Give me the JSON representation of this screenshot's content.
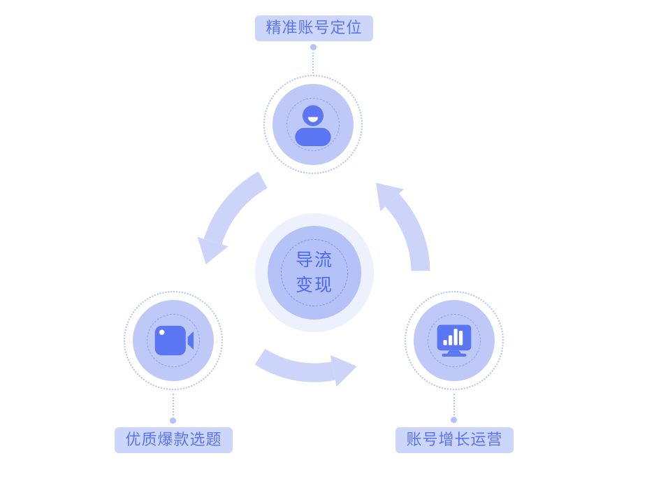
{
  "diagram": {
    "center_node": {
      "line1": "导流",
      "line2": "变现"
    },
    "nodes": [
      {
        "position": "top",
        "label": "精准账号定位",
        "icon": "user-icon"
      },
      {
        "position": "bottom-left",
        "label": "优质爆款选题",
        "icon": "video-camera-icon"
      },
      {
        "position": "bottom-right",
        "label": "账号增长运营",
        "icon": "monitor-bar-chart-icon"
      }
    ],
    "colors": {
      "icon_blue": "#5b76f3",
      "node_disc_fill": "#bec9f8",
      "center_disc_fill": "#b5c2f7",
      "center_halo_fill": "#edf0fd",
      "arrow_fill": "#ccd5f9",
      "label_pill_bg": "#ccd6fa",
      "label_text": "#5b74f3",
      "center_text": "#4c68f0",
      "dotted_ring": "#b2c0f7",
      "dashed_ring": "#8ca2f2",
      "connector": "#b5c2f7"
    }
  }
}
